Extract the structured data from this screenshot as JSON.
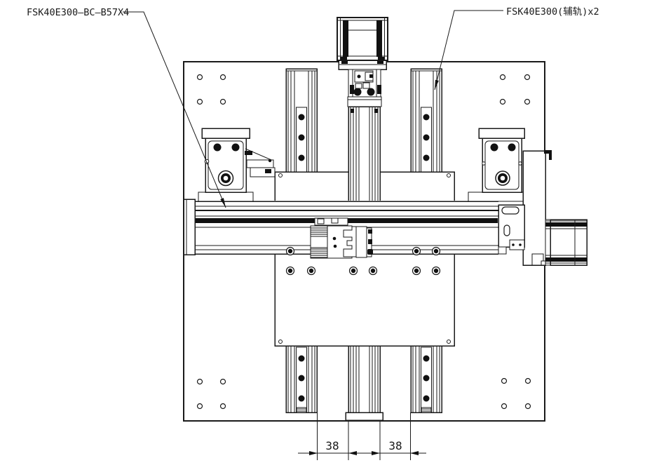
{
  "drawing": {
    "type": "mechanical CAD assembly drawing - XYZ linear stage gantry, top view",
    "labels": {
      "part_label_left": "FSK40E300—BC—B57X4",
      "part_label_right": "FSK40E300(辅轨)x2"
    },
    "dimensions": {
      "gap_left": "38",
      "gap_right": "38"
    },
    "colors": {
      "line": "#1a1a1a",
      "dark_fill": "#111111",
      "background": "#ffffff"
    }
  }
}
